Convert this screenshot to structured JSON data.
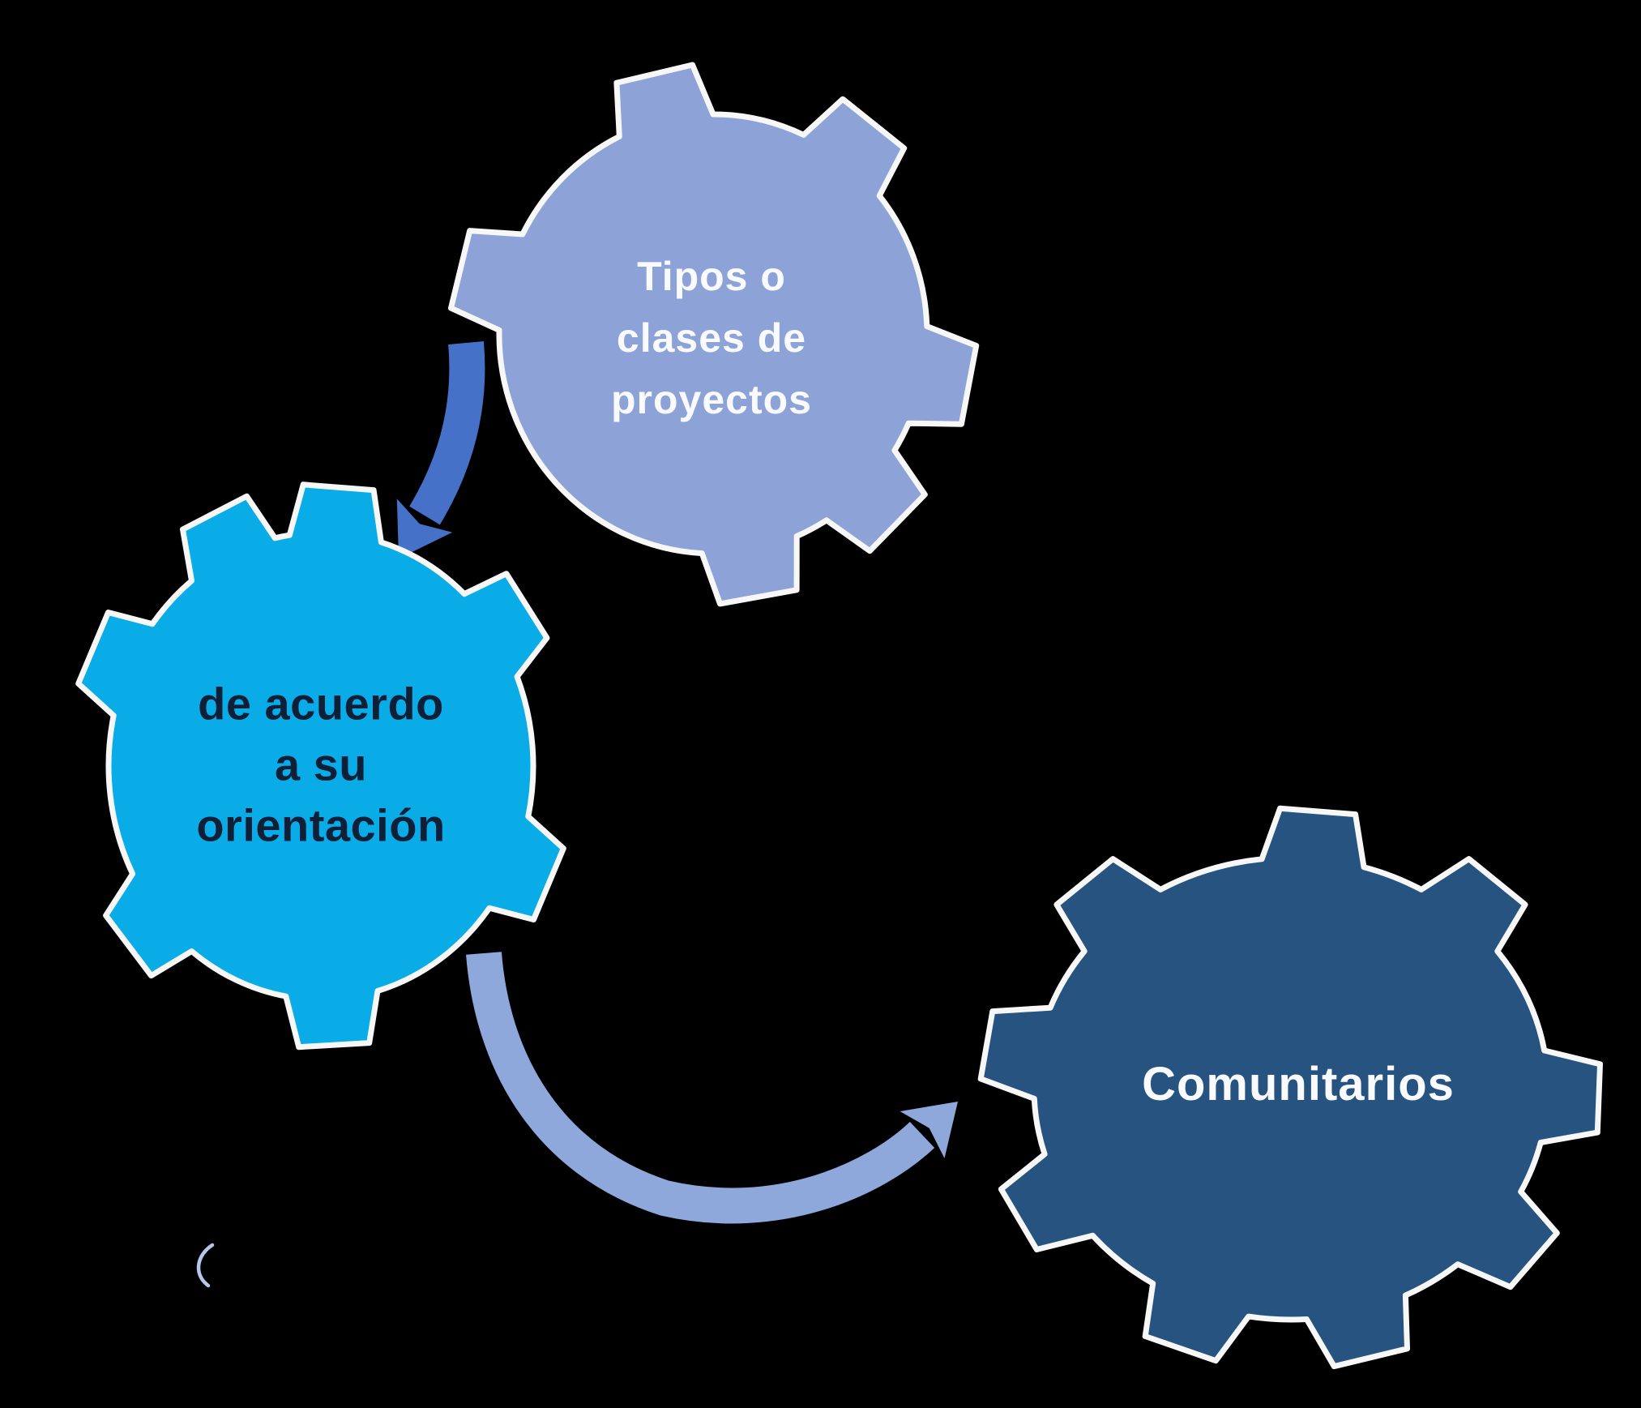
{
  "background_color": "#000000",
  "diagram": {
    "gears": [
      {
        "name": "tipos",
        "label": "Tipos o\nclases de\nproyectos",
        "fill": "#8DA3D8",
        "text_color": "#F8FAFD",
        "outline": "#F7F7F7"
      },
      {
        "name": "orientacion",
        "label": "de acuerdo\na su\norientación",
        "fill": "#0AACE8",
        "text_color": "#0D2038",
        "outline": "#F7F7F7"
      },
      {
        "name": "comunitarios",
        "label": "Comunitarios",
        "fill": "#275380",
        "text_color": "#F8FAFD",
        "outline": "#F7F7F7"
      }
    ],
    "arrows": [
      {
        "name": "tipos-to-orientacion",
        "color": "#4571C8"
      },
      {
        "name": "orientacion-to-comunitarios",
        "color": "#8EA8DC"
      }
    ],
    "stray_mark": {
      "color": "#B5C7EA"
    }
  }
}
